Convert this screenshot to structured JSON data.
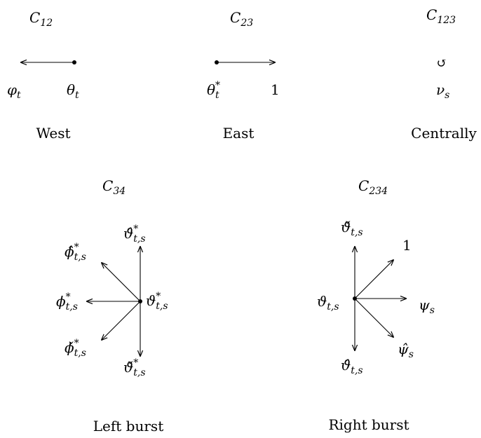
{
  "panels": {
    "c12": {
      "title": {
        "base": "C",
        "sub": "12"
      },
      "left_label": {
        "base": "φ",
        "sub": "t"
      },
      "right_label": {
        "base": "θ",
        "sub": "t"
      },
      "caption": "West"
    },
    "c23": {
      "title": {
        "base": "C",
        "sub": "23"
      },
      "left_label": {
        "base": "θ",
        "sup": "*",
        "sub": "t"
      },
      "right_label": "1",
      "caption": "East"
    },
    "c123": {
      "title": {
        "base": "C",
        "sub": "123"
      },
      "symbol": "↺",
      "label": {
        "base": "ν",
        "sub": "s"
      },
      "caption": "Centrally"
    },
    "c34": {
      "title": {
        "base": "C",
        "sub": "34"
      },
      "center": {
        "base": "ϑ",
        "sup": "*",
        "sub": "t,s"
      },
      "up": {
        "base": "ϑ̂",
        "sup": "*",
        "sub": "t,s"
      },
      "down": {
        "base": "ϑ̌",
        "sup": "*",
        "sub": "t,s"
      },
      "up_left": {
        "base": "ϕ̂",
        "sup": "*",
        "sub": "t,s"
      },
      "left": {
        "base": "ϕ",
        "sup": "*",
        "sub": "t,s"
      },
      "down_left": {
        "base": "ϕ̌",
        "sup": "*",
        "sub": "t,s"
      },
      "caption": "Left burst"
    },
    "c234": {
      "title": {
        "base": "C",
        "sub": "234"
      },
      "center": {
        "base": "ϑ",
        "sub": "t,s"
      },
      "up": {
        "base": "ϑ̌",
        "sub": "t,s"
      },
      "down": {
        "base": "ϑ̂",
        "sub": "t,s"
      },
      "up_right": "1",
      "right": {
        "base": "ψ",
        "sub": "s"
      },
      "down_right": {
        "base": "ψ̂",
        "sub": "s"
      },
      "caption": "Right burst"
    }
  }
}
